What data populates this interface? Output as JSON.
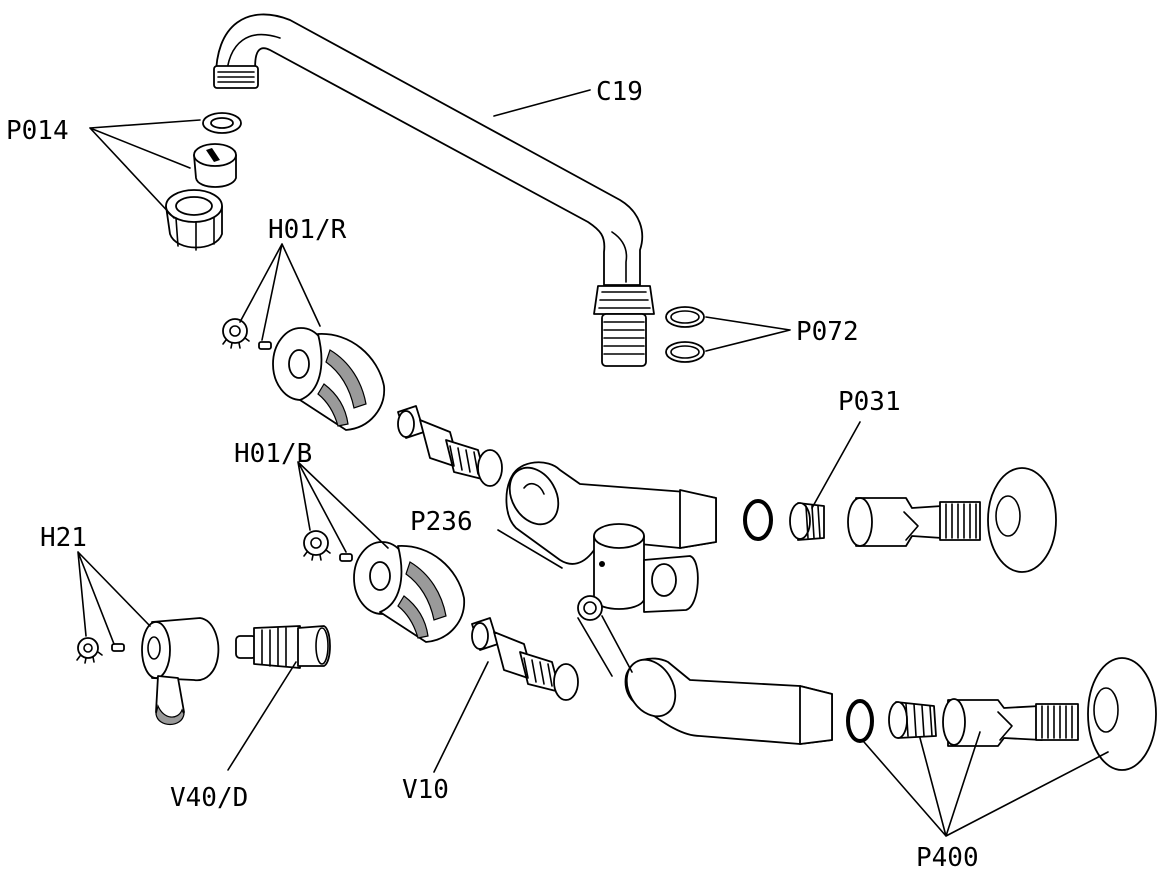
{
  "parts": {
    "c19": "C19",
    "p014": "P014",
    "h01r": "H01/R",
    "p072": "P072",
    "p031": "P031",
    "h01b": "H01/B",
    "p236": "P236",
    "h21": "H21",
    "v40d": "V40/D",
    "v10": "V10",
    "p400": "P400"
  }
}
